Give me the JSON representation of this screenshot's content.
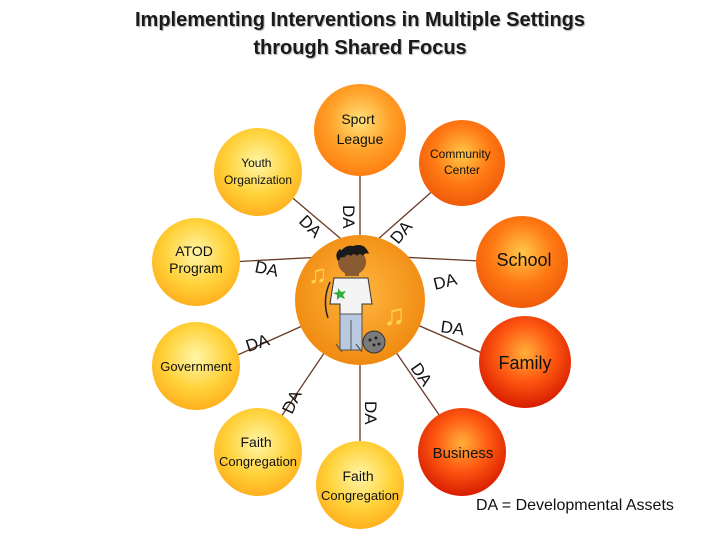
{
  "title": {
    "line1": "Implementing Interventions in Multiple Settings",
    "line2": "through Shared Focus"
  },
  "center": {
    "description": "kid-with-music-notes"
  },
  "nodes": {
    "sport_league": [
      "Sport",
      "League"
    ],
    "community_center": [
      "Community",
      "Center"
    ],
    "youth_organization": [
      "Youth",
      "Organization"
    ],
    "atod_program": [
      "ATOD",
      "Program"
    ],
    "school": [
      "School"
    ],
    "family": [
      "Family"
    ],
    "government": [
      "Government"
    ],
    "faith_left": [
      "Faith",
      "Congregation"
    ],
    "faith_bottom": [
      "Faith",
      "Congregation"
    ],
    "business": [
      "Business"
    ]
  },
  "connector_label": "DA",
  "legend": "DA = Developmental Assets",
  "colors": {
    "yellow": "#ffd23a",
    "orange": "#ff8c1a",
    "red": "#d81c00",
    "line": "#6a3a28"
  }
}
